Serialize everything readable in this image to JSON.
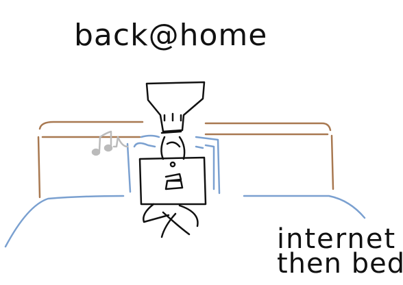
{
  "title": "back@home",
  "caption": {
    "line1": "internet",
    "line2": "then bed"
  },
  "colors": {
    "ink": "#111111",
    "couch": "#a87850",
    "blanket": "#7aa0d0",
    "music": "#bbbbbb"
  },
  "icons": {
    "music": "music-note-icon",
    "laptop_logo": "laptop-logo-icon"
  }
}
